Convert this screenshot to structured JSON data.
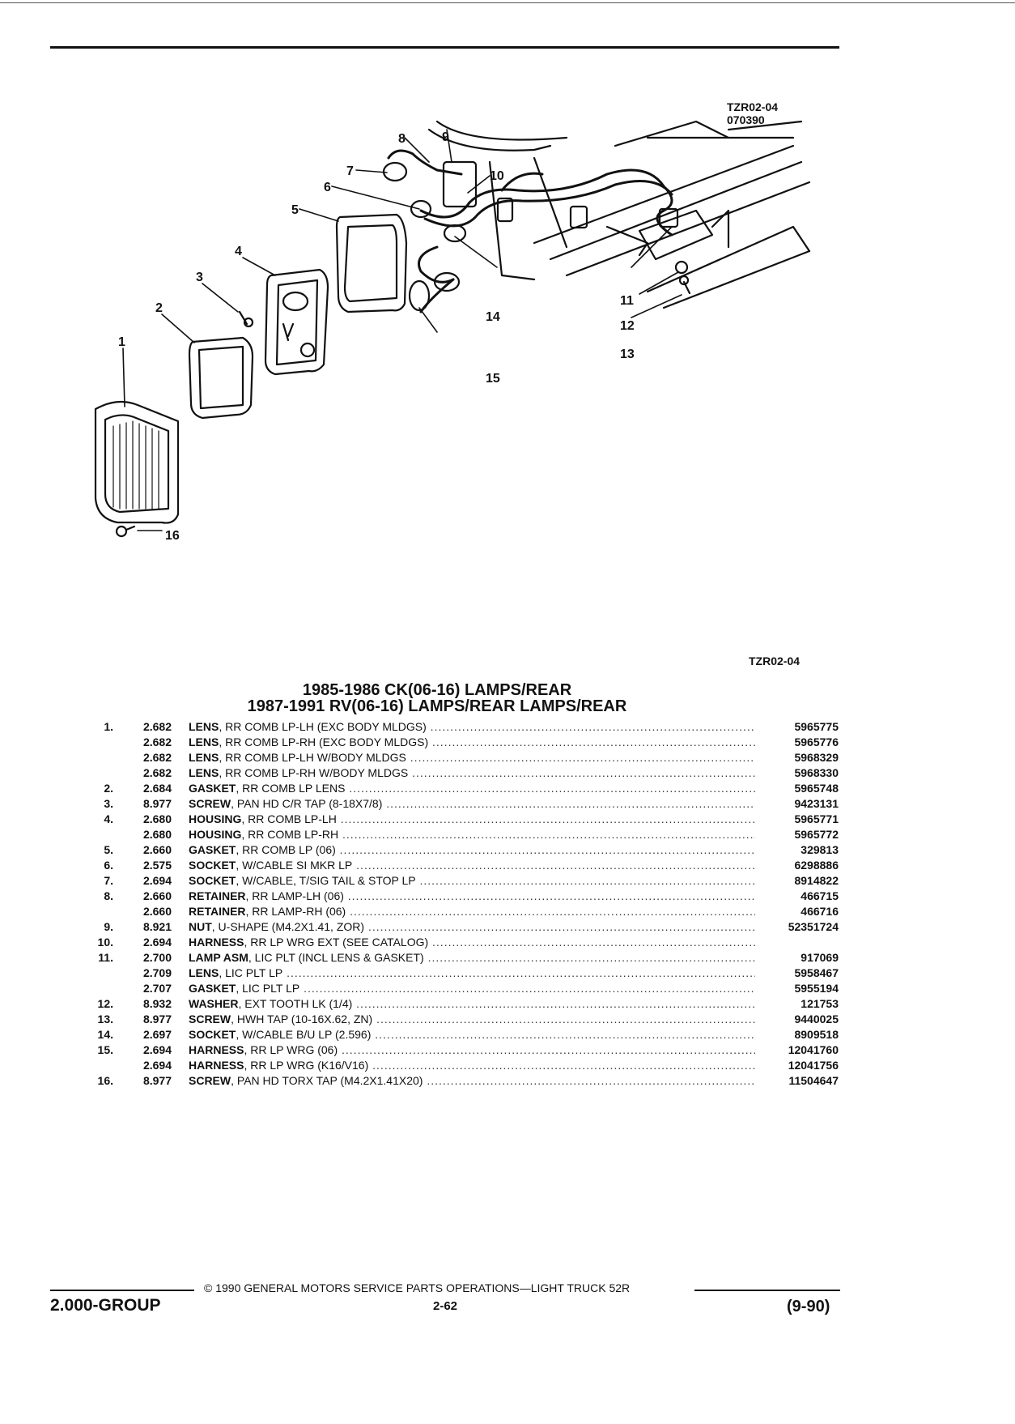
{
  "figure": {
    "ref_top": "TZR02-04",
    "ref_date": "070390",
    "ref_bottom": "TZR02-04"
  },
  "callouts": [
    "1",
    "2",
    "3",
    "4",
    "5",
    "6",
    "7",
    "8",
    "9",
    "10",
    "11",
    "12",
    "13",
    "14",
    "15",
    "16"
  ],
  "title": {
    "line1": "1985-1986 CK(06-16) LAMPS/REAR",
    "line2": "1987-1991 RV(06-16) LAMPS/REAR LAMPS/REAR"
  },
  "parts": [
    {
      "item": "1.",
      "code": "2.682",
      "name": "LENS",
      "desc": ", RR COMB LP-LH (EXC BODY MLDGS)",
      "pn": "5965775"
    },
    {
      "item": "",
      "code": "2.682",
      "name": "LENS",
      "desc": ", RR COMB LP-RH (EXC BODY MLDGS)",
      "pn": "5965776"
    },
    {
      "item": "",
      "code": "2.682",
      "name": "LENS",
      "desc": ", RR COMB LP-LH W/BODY MLDGS",
      "pn": "5968329"
    },
    {
      "item": "",
      "code": "2.682",
      "name": "LENS",
      "desc": ", RR COMB LP-RH W/BODY MLDGS",
      "pn": "5968330"
    },
    {
      "item": "2.",
      "code": "2.684",
      "name": "GASKET",
      "desc": ", RR COMB LP LENS",
      "pn": "5965748"
    },
    {
      "item": "3.",
      "code": "8.977",
      "name": "SCREW",
      "desc": ", PAN HD C/R TAP (8-18X7/8)",
      "pn": "9423131"
    },
    {
      "item": "4.",
      "code": "2.680",
      "name": "HOUSING",
      "desc": ", RR COMB LP-LH",
      "pn": "5965771"
    },
    {
      "item": "",
      "code": "2.680",
      "name": "HOUSING",
      "desc": ", RR COMB LP-RH",
      "pn": "5965772"
    },
    {
      "item": "5.",
      "code": "2.660",
      "name": "GASKET",
      "desc": ", RR COMB LP (06)",
      "pn": "329813"
    },
    {
      "item": "6.",
      "code": "2.575",
      "name": "SOCKET",
      "desc": ", W/CABLE SI MKR LP",
      "pn": "6298886"
    },
    {
      "item": "7.",
      "code": "2.694",
      "name": "SOCKET",
      "desc": ", W/CABLE, T/SIG TAIL & STOP LP",
      "pn": "8914822"
    },
    {
      "item": "8.",
      "code": "2.660",
      "name": "RETAINER",
      "desc": ", RR LAMP-LH (06)",
      "pn": "466715"
    },
    {
      "item": "",
      "code": "2.660",
      "name": "RETAINER",
      "desc": ", RR LAMP-RH (06)",
      "pn": "466716"
    },
    {
      "item": "9.",
      "code": "8.921",
      "name": "NUT",
      "desc": ", U-SHAPE (M4.2X1.41, ZOR)",
      "pn": "52351724"
    },
    {
      "item": "10.",
      "code": "2.694",
      "name": "HARNESS",
      "desc": ", RR LP WRG EXT (SEE CATALOG)",
      "pn": ""
    },
    {
      "item": "11.",
      "code": "2.700",
      "name": "LAMP ASM",
      "desc": ", LIC PLT (INCL LENS & GASKET)",
      "pn": "917069"
    },
    {
      "item": "",
      "code": "2.709",
      "name": "LENS",
      "desc": ", LIC PLT LP",
      "pn": "5958467"
    },
    {
      "item": "",
      "code": "2.707",
      "name": "GASKET",
      "desc": ", LIC PLT LP",
      "pn": "5955194"
    },
    {
      "item": "12.",
      "code": "8.932",
      "name": "WASHER",
      "desc": ", EXT TOOTH LK (1/4)",
      "pn": "121753"
    },
    {
      "item": "13.",
      "code": "8.977",
      "name": "SCREW",
      "desc": ", HWH TAP (10-16X.62, ZN)",
      "pn": "9440025"
    },
    {
      "item": "14.",
      "code": "2.697",
      "name": "SOCKET",
      "desc": ", W/CABLE B/U LP (2.596)",
      "pn": "8909518"
    },
    {
      "item": "15.",
      "code": "2.694",
      "name": "HARNESS",
      "desc": ", RR LP WRG (06)",
      "pn": "12041760"
    },
    {
      "item": "",
      "code": "2.694",
      "name": "HARNESS",
      "desc": ", RR LP WRG (K16/V16)",
      "pn": "12041756"
    },
    {
      "item": "16.",
      "code": "8.977",
      "name": "SCREW",
      "desc": ", PAN HD TORX TAP (M4.2X1.41X20)",
      "pn": "11504647"
    }
  ],
  "footer": {
    "copyright": "© 1990 GENERAL MOTORS SERVICE PARTS OPERATIONS—LIGHT TRUCK 52R",
    "group": "2.000-GROUP",
    "page": "2-62",
    "date": "(9-90)"
  }
}
